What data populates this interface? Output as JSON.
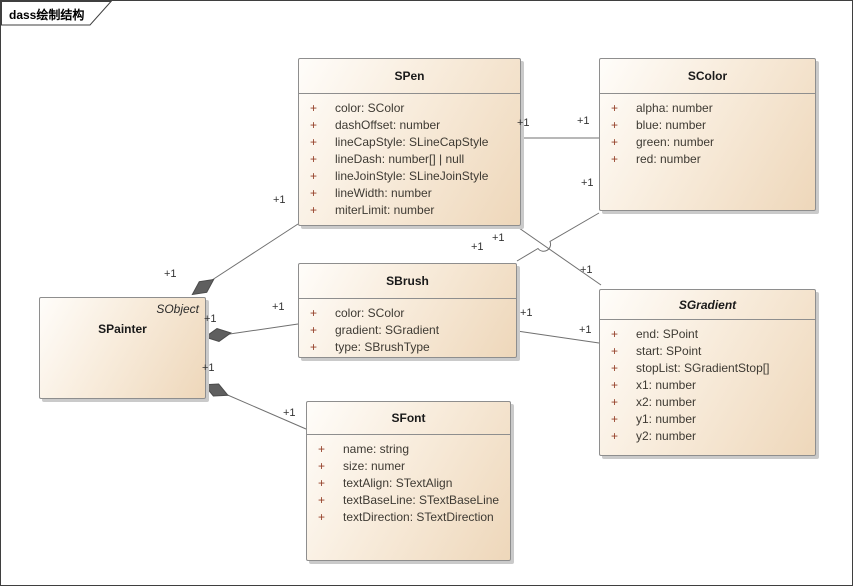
{
  "frame": {
    "tab_title": "dass绘制结构"
  },
  "visibility_symbol": "+",
  "colors": {
    "box_fill_light": "#fffdfa",
    "box_fill_dark": "#eed7ba",
    "box_border": "#8e8e8e",
    "box_shadow": "#cacaca",
    "connector_line": "#707070",
    "composition_diamond": "#5f5f5f",
    "visibility_symbol_color": "#943f28",
    "attribute_text_color": "#3e3a33"
  },
  "classes": {
    "spainter": {
      "name": "SPainter",
      "stereotype": "SObject",
      "attributes": []
    },
    "spen": {
      "name": "SPen",
      "attributes": [
        "color: SColor",
        "dashOffset: number",
        "lineCapStyle: SLineCapStyle",
        "lineDash: number[] | null",
        "lineJoinStyle: SLineJoinStyle",
        "lineWidth: number",
        "miterLimit: number"
      ]
    },
    "scolor": {
      "name": "SColor",
      "attributes": [
        "alpha: number",
        "blue: number",
        "green: number",
        "red: number"
      ]
    },
    "sbrush": {
      "name": "SBrush",
      "attributes": [
        "color: SColor",
        "gradient: SGradient",
        "type: SBrushType"
      ]
    },
    "sgradient": {
      "name": "SGradient",
      "attributes": [
        "end: SPoint",
        "start: SPoint",
        "stopList: SGradientStop[]",
        "x1: number",
        "x2: number",
        "y1: number",
        "y2: number"
      ]
    },
    "sfont": {
      "name": "SFont",
      "attributes": [
        "name: string",
        "size: numer",
        "textAlign: STextAlign",
        "textBaseLine: STextBaseLine",
        "textDirection: STextDirection"
      ]
    }
  },
  "connections": [
    {
      "from": "SPainter",
      "to": "SPen",
      "type": "composition",
      "source_label": "+1",
      "target_label": "+1"
    },
    {
      "from": "SPainter",
      "to": "SBrush",
      "type": "composition",
      "source_label": "+1",
      "target_label": "+1"
    },
    {
      "from": "SPainter",
      "to": "SFont",
      "type": "composition",
      "source_label": "+1",
      "target_label": "+1"
    },
    {
      "from": "SPen",
      "to": "SColor",
      "type": "association",
      "source_label": "+1",
      "target_label": "+1"
    },
    {
      "from": "SBrush",
      "to": "SColor",
      "type": "association",
      "source_label": "+1",
      "target_label": "+1"
    },
    {
      "from": "SPen",
      "to": "SGradient",
      "type": "association",
      "source_label": "+1",
      "target_label": "+1"
    },
    {
      "from": "SBrush",
      "to": "SGradient",
      "type": "association",
      "source_label": "+1",
      "target_label": "+1"
    }
  ]
}
